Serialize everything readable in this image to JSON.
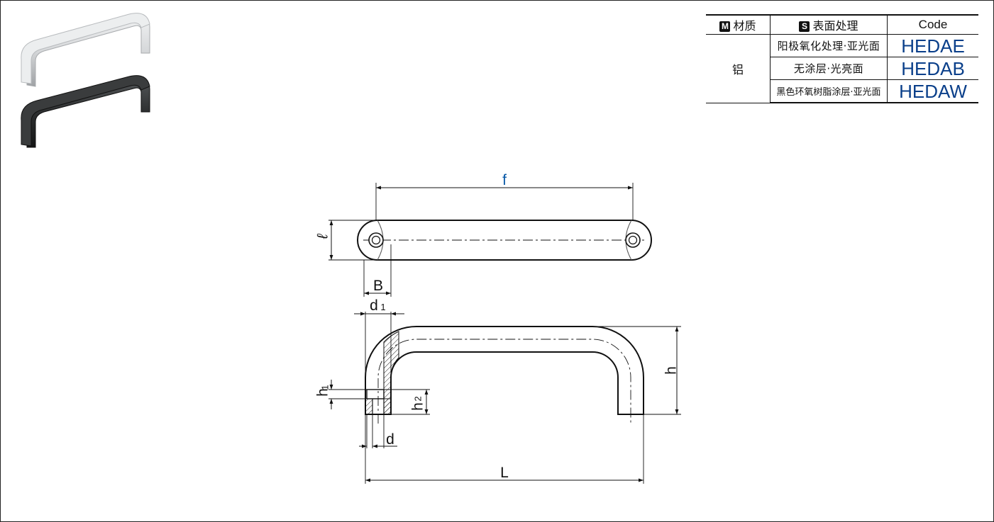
{
  "table": {
    "header": {
      "material_badge": "M",
      "material": "材质",
      "surface_badge": "S",
      "surface": "表面处理",
      "code": "Code"
    },
    "material_value": "铝",
    "rows": [
      {
        "finish": "阳极氧化处理·亚光面",
        "code": "HEDAE"
      },
      {
        "finish": "无涂层·光亮面",
        "code": "HEDAB"
      },
      {
        "finish": "黑色环氧树脂涂层·亚光面",
        "code": "HEDAW"
      }
    ]
  },
  "dimensions": {
    "f": "f",
    "l": "ℓ",
    "B": "B",
    "d1": "d",
    "d1_sub": "1",
    "h": "h",
    "h1": "h",
    "h1_sub": "1",
    "h2": "h",
    "h2_sub": "2",
    "d": "d",
    "L": "L"
  },
  "colors": {
    "dimension_f": "#0a5aa8",
    "code_text": "#0a3f8a",
    "photo_silver": "#d9dadc",
    "photo_black": "#2b2d2e"
  }
}
